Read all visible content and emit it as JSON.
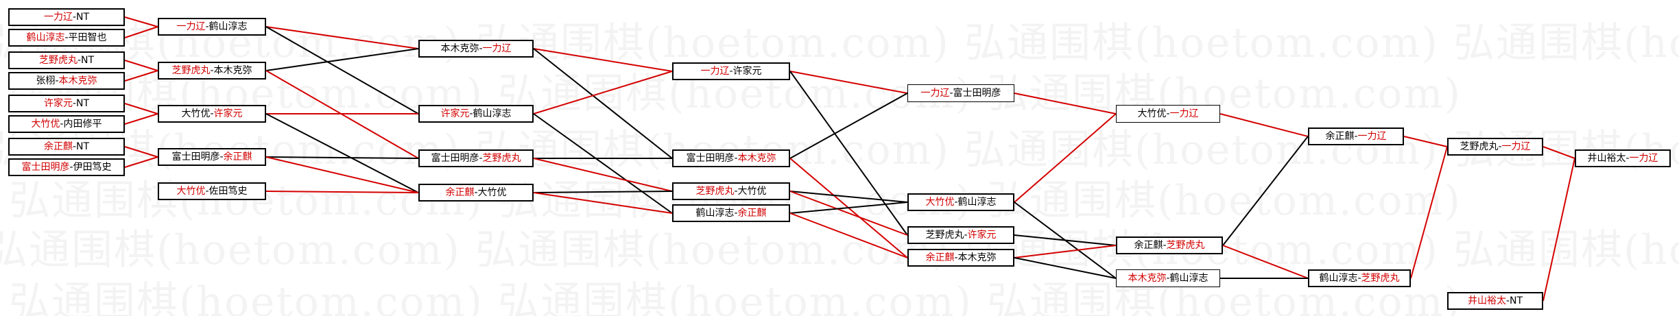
{
  "watermark": {
    "text": "弘通围棋(hoetom.com) 弘通围棋(hoetom.com) 弘通围棋(hoetom.com) 弘通围棋(hoetom.com)"
  },
  "colors": {
    "winner_text": "#d10000",
    "winner_line": "#d40000",
    "loser_line": "#000000",
    "border": "#000000"
  },
  "matches": [
    {
      "id": "r1-1",
      "round": 1,
      "a": "一力辽",
      "b": "NT",
      "winner": "a"
    },
    {
      "id": "r1-2",
      "round": 1,
      "a": "鹤山淳志",
      "b": "平田智也",
      "winner": "a"
    },
    {
      "id": "r1-3",
      "round": 1,
      "a": "芝野虎丸",
      "b": "NT",
      "winner": "a"
    },
    {
      "id": "r1-4",
      "round": 1,
      "a": "张栩",
      "b": "本木克弥",
      "winner": "b"
    },
    {
      "id": "r1-5",
      "round": 1,
      "a": "许家元",
      "b": "NT",
      "winner": "a"
    },
    {
      "id": "r1-6",
      "round": 1,
      "a": "大竹优",
      "b": "内田修平",
      "winner": "a"
    },
    {
      "id": "r1-7",
      "round": 1,
      "a": "余正麒",
      "b": "NT",
      "winner": "a"
    },
    {
      "id": "r1-8",
      "round": 1,
      "a": "富士田明彦",
      "b": "伊田笃史",
      "winner": "a"
    },
    {
      "id": "r2-1",
      "round": 2,
      "a": "一力辽",
      "b": "鹤山淳志",
      "winner": "a"
    },
    {
      "id": "r2-2",
      "round": 2,
      "a": "芝野虎丸",
      "b": "本木克弥",
      "winner": "a"
    },
    {
      "id": "r2-3",
      "round": 2,
      "a": "大竹优",
      "b": "许家元",
      "winner": "b"
    },
    {
      "id": "r2-4",
      "round": 2,
      "a": "富士田明彦",
      "b": "余正麒",
      "winner": "b"
    },
    {
      "id": "r2-5",
      "round": 2,
      "a": "大竹优",
      "b": "佐田笃史",
      "winner": "a"
    },
    {
      "id": "r3-1",
      "round": 3,
      "a": "本木克弥",
      "b": "一力辽",
      "winner": "b"
    },
    {
      "id": "r3-2",
      "round": 3,
      "a": "许家元",
      "b": "鹤山淳志",
      "winner": "a"
    },
    {
      "id": "r3-3",
      "round": 3,
      "a": "富士田明彦",
      "b": "芝野虎丸",
      "winner": "b"
    },
    {
      "id": "r3-4",
      "round": 3,
      "a": "余正麒",
      "b": "大竹优",
      "winner": "a"
    },
    {
      "id": "r4-1",
      "round": 4,
      "a": "一力辽",
      "b": "许家元",
      "winner": "a"
    },
    {
      "id": "r4-2",
      "round": 4,
      "a": "富士田明彦",
      "b": "本木克弥",
      "winner": "b"
    },
    {
      "id": "r4-3",
      "round": 4,
      "a": "芝野虎丸",
      "b": "大竹优",
      "winner": "a"
    },
    {
      "id": "r4-4",
      "round": 4,
      "a": "鹤山淳志",
      "b": "余正麒",
      "winner": "b"
    },
    {
      "id": "r5-1",
      "round": 5,
      "a": "一力辽",
      "b": "富士田明彦",
      "winner": "a"
    },
    {
      "id": "r5-2",
      "round": 5,
      "a": "大竹优",
      "b": "鹤山淳志",
      "winner": "a"
    },
    {
      "id": "r5-3",
      "round": 5,
      "a": "芝野虎丸",
      "b": "许家元",
      "winner": "b"
    },
    {
      "id": "r5-4",
      "round": 5,
      "a": "余正麒",
      "b": "本木克弥",
      "winner": "a"
    },
    {
      "id": "r6-1",
      "round": 6,
      "a": "大竹优",
      "b": "一力辽",
      "winner": "b"
    },
    {
      "id": "r6-2",
      "round": 6,
      "a": "余正麒",
      "b": "芝野虎丸",
      "winner": "b"
    },
    {
      "id": "r6-3",
      "round": 6,
      "a": "本木克弥",
      "b": "鹤山淳志",
      "winner": "a"
    },
    {
      "id": "r7-1",
      "round": 7,
      "a": "余正麒",
      "b": "一力辽",
      "winner": "b"
    },
    {
      "id": "r7-2",
      "round": 7,
      "a": "鹤山淳志",
      "b": "芝野虎丸",
      "winner": "b"
    },
    {
      "id": "r8-1",
      "round": 8,
      "a": "芝野虎丸",
      "b": "一力辽",
      "winner": "b"
    },
    {
      "id": "r8-2",
      "round": 8,
      "a": "井山裕太",
      "b": "NT",
      "winner": "a"
    },
    {
      "id": "r9-1",
      "round": 9,
      "a": "井山裕太",
      "b": "一力辽",
      "winner": "b"
    }
  ],
  "links": [
    {
      "from": "r1-1",
      "to": "r2-1",
      "result": "win"
    },
    {
      "from": "r1-2",
      "to": "r2-1",
      "result": "win"
    },
    {
      "from": "r1-3",
      "to": "r2-2",
      "result": "win"
    },
    {
      "from": "r1-4",
      "to": "r2-2",
      "result": "win"
    },
    {
      "from": "r1-5",
      "to": "r2-3",
      "result": "win"
    },
    {
      "from": "r1-6",
      "to": "r2-3",
      "result": "win"
    },
    {
      "from": "r1-7",
      "to": "r2-4",
      "result": "win"
    },
    {
      "from": "r1-8",
      "to": "r2-4",
      "result": "win"
    },
    {
      "from": "r2-1",
      "to": "r3-1",
      "result": "win"
    },
    {
      "from": "r2-1",
      "to": "r3-2",
      "result": "loss"
    },
    {
      "from": "r2-2",
      "to": "r3-1",
      "result": "loss"
    },
    {
      "from": "r2-2",
      "to": "r3-3",
      "result": "win"
    },
    {
      "from": "r2-3",
      "to": "r3-2",
      "result": "win"
    },
    {
      "from": "r2-3",
      "to": "r3-4",
      "result": "loss"
    },
    {
      "from": "r2-4",
      "to": "r3-3",
      "result": "loss"
    },
    {
      "from": "r2-4",
      "to": "r3-4",
      "result": "win"
    },
    {
      "from": "r2-5",
      "to": "r3-4",
      "result": "win"
    },
    {
      "from": "r3-1",
      "to": "r4-1",
      "result": "win"
    },
    {
      "from": "r3-1",
      "to": "r4-2",
      "result": "loss"
    },
    {
      "from": "r3-2",
      "to": "r4-1",
      "result": "win"
    },
    {
      "from": "r3-2",
      "to": "r4-4",
      "result": "loss"
    },
    {
      "from": "r3-3",
      "to": "r4-2",
      "result": "loss"
    },
    {
      "from": "r3-3",
      "to": "r4-3",
      "result": "win"
    },
    {
      "from": "r3-4",
      "to": "r4-3",
      "result": "loss"
    },
    {
      "from": "r3-4",
      "to": "r4-4",
      "result": "win"
    },
    {
      "from": "r4-1",
      "to": "r5-1",
      "result": "win"
    },
    {
      "from": "r4-1",
      "to": "r5-3",
      "result": "loss"
    },
    {
      "from": "r4-2",
      "to": "r5-1",
      "result": "loss"
    },
    {
      "from": "r4-2",
      "to": "r5-4",
      "result": "win"
    },
    {
      "from": "r4-3",
      "to": "r5-2",
      "result": "loss"
    },
    {
      "from": "r4-3",
      "to": "r5-3",
      "result": "win"
    },
    {
      "from": "r4-4",
      "to": "r5-2",
      "result": "loss"
    },
    {
      "from": "r4-4",
      "to": "r5-4",
      "result": "win"
    },
    {
      "from": "r5-1",
      "to": "r6-1",
      "result": "win"
    },
    {
      "from": "r5-2",
      "to": "r6-1",
      "result": "win"
    },
    {
      "from": "r5-2",
      "to": "r6-3",
      "result": "loss"
    },
    {
      "from": "r5-3",
      "to": "r6-2",
      "result": "loss"
    },
    {
      "from": "r5-4",
      "to": "r6-2",
      "result": "win"
    },
    {
      "from": "r5-4",
      "to": "r6-3",
      "result": "loss"
    },
    {
      "from": "r6-1",
      "to": "r7-1",
      "result": "win"
    },
    {
      "from": "r6-2",
      "to": "r7-1",
      "result": "loss"
    },
    {
      "from": "r6-2",
      "to": "r7-2",
      "result": "win"
    },
    {
      "from": "r6-3",
      "to": "r7-2",
      "result": "loss"
    },
    {
      "from": "r7-1",
      "to": "r8-1",
      "result": "win"
    },
    {
      "from": "r7-2",
      "to": "r8-1",
      "result": "win"
    },
    {
      "from": "r8-1",
      "to": "r9-1",
      "result": "win"
    },
    {
      "from": "r8-2",
      "to": "r9-1",
      "result": "win"
    }
  ]
}
